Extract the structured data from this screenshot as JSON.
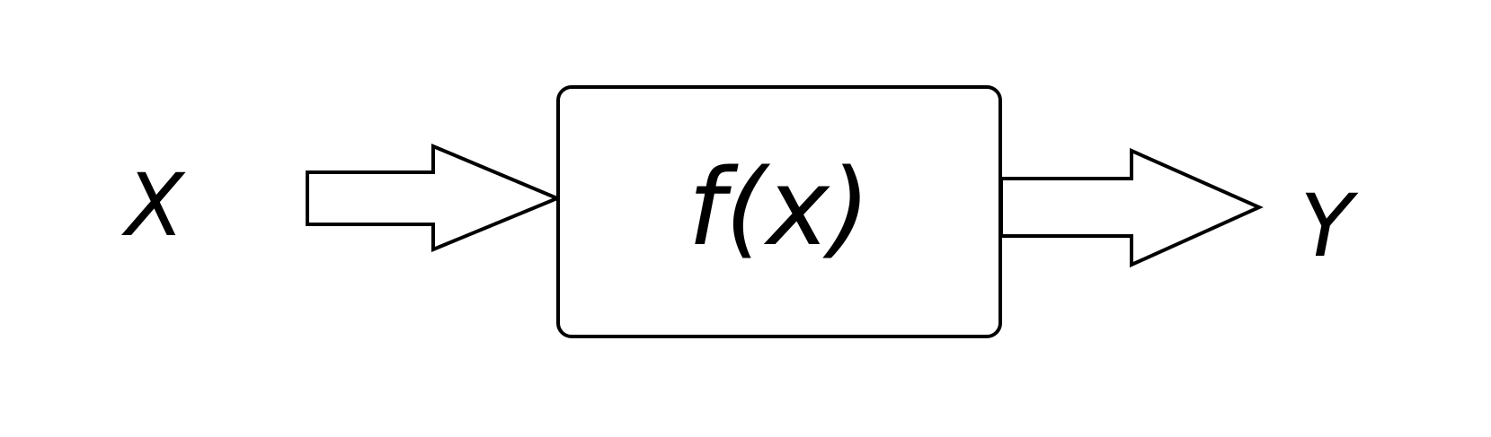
{
  "diagram": {
    "input_label": "X",
    "function_label": "f(x)",
    "output_label": "Y"
  },
  "colors": {
    "stroke": "#000000",
    "background": "#ffffff"
  }
}
